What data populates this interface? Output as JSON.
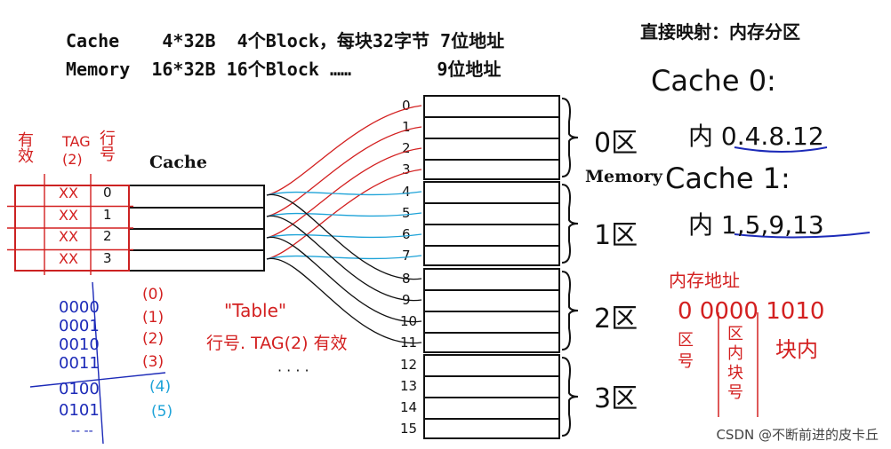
{
  "header": {
    "line1": "Cache    4*32B  4个Block，每块32字节 7位地址",
    "line2": "Memory  16*32B 16个Block ……        9位地址"
  },
  "title": "直接映射：内存分区",
  "cache_label": "Cache",
  "memory_label": "Memory",
  "cache_rows": [
    "0",
    "1",
    "2",
    "3"
  ],
  "memory_rows": [
    "0",
    "1",
    "2",
    "3",
    "4",
    "5",
    "6",
    "7",
    "8",
    "9",
    "10",
    "11",
    "12",
    "13",
    "14",
    "15"
  ],
  "annotations": {
    "valid": "有\n效",
    "tag_col": "TAG\n(2)",
    "row_col": "行\n号",
    "tag_marks": [
      "XX",
      "XX",
      "XX",
      "XX"
    ],
    "table_quote": "\"Table\"",
    "table_desc": "行号. TAG(2) 有效",
    "dots": "· · · ·",
    "bin": [
      "0000",
      "0001",
      "0010",
      "0011",
      "0100",
      "0101",
      "-- --"
    ],
    "bin_idx": [
      "(0)",
      "(1)",
      "(2)",
      "(3)",
      "(4)",
      "(5)"
    ],
    "cache0": "Cache 0:",
    "cache0_items": "内 0.4.8.12",
    "cache1": "Cache 1:",
    "cache1_items": "内 1,5,9,13",
    "zones": [
      "0区",
      "1区",
      "2区",
      "3区"
    ],
    "mem_addr": "内存地址",
    "addr_bits": "0 0000 1010",
    "zone_num": "区\n号",
    "block_num": "区\n内\n块\n号",
    "intra_block": "块内"
  },
  "watermark": "CSDN @不断前进的皮卡丘"
}
